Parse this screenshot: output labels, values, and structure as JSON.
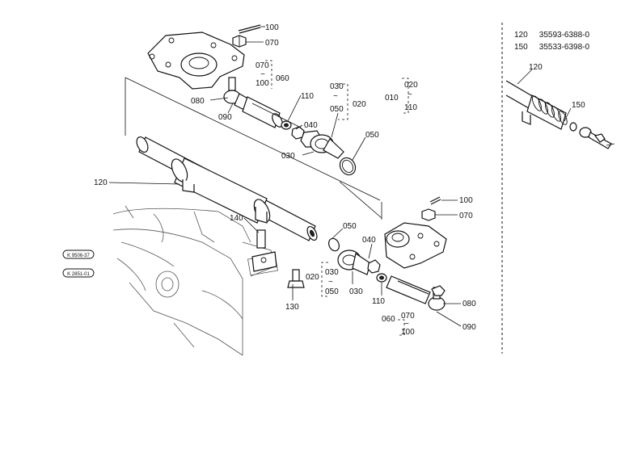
{
  "parts_table": [
    {
      "ref": "120",
      "part_no": "35593-6388-0"
    },
    {
      "ref": "150",
      "part_no": "35533-6398-0"
    }
  ],
  "callouts_upper": {
    "c100": "100",
    "c070": "070",
    "c070b": "070",
    "c100b": "100",
    "c060": "060",
    "c080": "080",
    "c090": "090",
    "c110": "110",
    "c040": "040",
    "c030": "030",
    "c050": "050",
    "c020": "020",
    "c033": "030",
    "c050b": "050",
    "c010": "010",
    "c020b": "020",
    "c110b": "110"
  },
  "callouts_lower": {
    "c120": "120",
    "c140": "140",
    "c130": "130",
    "c050": "050",
    "c040": "040",
    "c020": "020",
    "c030": "030",
    "c050b": "050",
    "c030b": "030",
    "c110": "110",
    "c100": "100",
    "c070": "070",
    "c080": "080",
    "c090": "090",
    "c060": "060",
    "c070b": "070",
    "c100b": "100"
  },
  "callouts_inset": {
    "c120": "120",
    "c150": "150"
  },
  "ref_tags": [
    "K 9506-37",
    "K 2851-01"
  ]
}
